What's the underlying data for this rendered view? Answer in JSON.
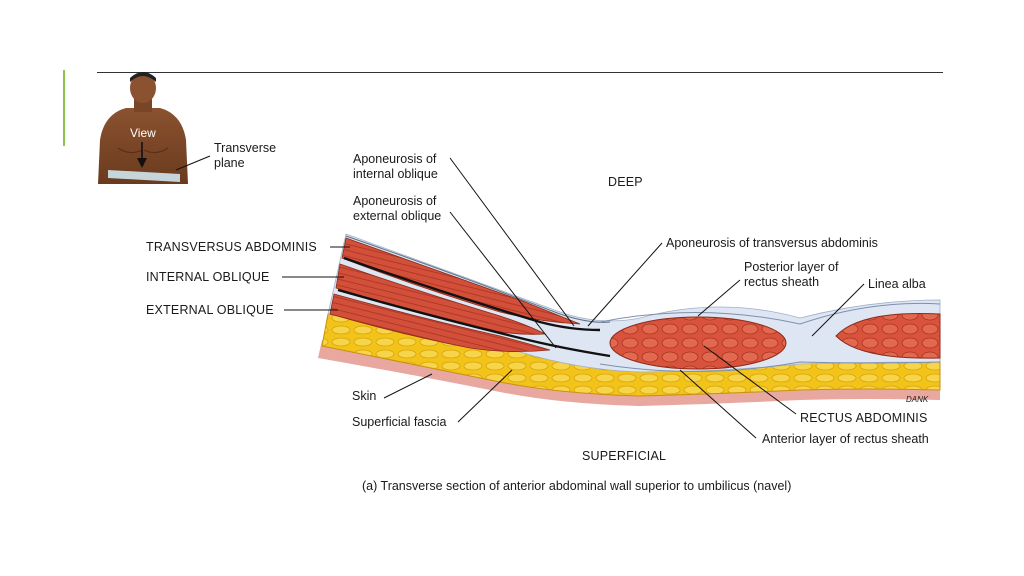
{
  "thumbnail": {
    "view_label": "View",
    "plane_label_line1": "Transverse",
    "plane_label_line2": "plane"
  },
  "orientation": {
    "deep": "DEEP",
    "superficial": "SUPERFICIAL"
  },
  "labels": {
    "apon_internal_1": "Aponeurosis of",
    "apon_internal_2": "internal oblique",
    "apon_external_1": "Aponeurosis of",
    "apon_external_2": "external oblique",
    "transversus": "TRANSVERSUS ABDOMINIS",
    "internal_oblique": "INTERNAL OBLIQUE",
    "external_oblique": "EXTERNAL OBLIQUE",
    "apon_transversus": "Aponeurosis of transversus abdominis",
    "posterior_1": "Posterior layer of",
    "posterior_2": "rectus sheath",
    "linea_alba": "Linea alba",
    "skin": "Skin",
    "superficial_fascia": "Superficial fascia",
    "rectus": "RECTUS ABDOMINIS",
    "anterior": "Anterior layer of rectus sheath"
  },
  "signature": "DANK",
  "caption": "(a) Transverse section of anterior abdominal wall superior to umbilicus (navel)",
  "colors": {
    "accent": "#8bc34a",
    "muscle": "#d2503a",
    "fat": "#f2c318",
    "aponeurosis": "#dde6f2",
    "skin": "#e8a8a0"
  }
}
